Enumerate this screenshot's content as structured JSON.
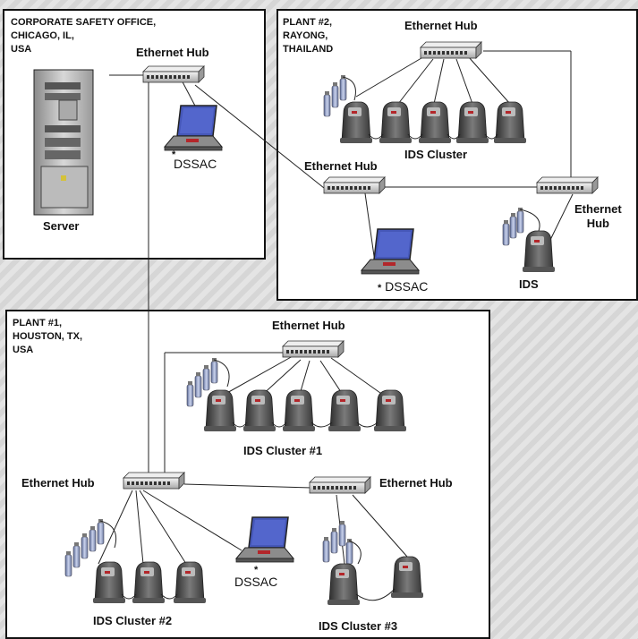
{
  "corporate": {
    "title": "CORPORATE SAFETY OFFICE,\nCHICAGO, IL,\nUSA",
    "hub_label": "Ethernet Hub",
    "server_label": "Server",
    "dssac_label": "DSSAC",
    "asterisk": "*"
  },
  "plant2": {
    "title": "PLANT #2,\nRAYONG,\nTHAILAND",
    "hub_top_label": "Ethernet Hub",
    "cluster_label": "IDS Cluster",
    "hub_mid_label": "Ethernet Hub",
    "hub_right_label": "Ethernet\nHub",
    "dssac_label": "DSSAC",
    "asterisk": "*",
    "ids_label": "IDS"
  },
  "plant1": {
    "title": "PLANT #1,\nHOUSTON, TX,\nUSA",
    "hub_top_label": "Ethernet Hub",
    "cluster1_label": "IDS Cluster #1",
    "hub_left_label": "Ethernet Hub",
    "hub_right_label": "Ethernet Hub",
    "dssac_label": "DSSAC",
    "asterisk": "*",
    "cluster2_label": "IDS Cluster #2",
    "cluster3_label": "IDS Cluster #3"
  }
}
